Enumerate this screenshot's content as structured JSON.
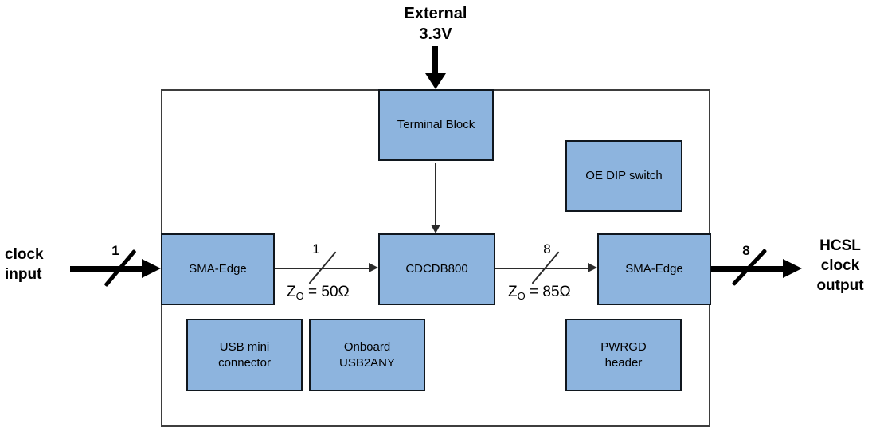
{
  "diagram": {
    "title_semantic": "CDCDB800 evaluation board block diagram",
    "external_supply": {
      "line1": "External",
      "line2": "3.3V"
    },
    "input_label": {
      "line1": "clock",
      "line2": "input"
    },
    "output_label": {
      "line1": "HCSL",
      "line2": "clock",
      "line3": "output"
    },
    "blocks": {
      "terminal_block": {
        "label": "Terminal Block"
      },
      "oe_dip_switch": {
        "label": "OE DIP switch"
      },
      "sma_edge_in": {
        "label": "SMA-Edge"
      },
      "cdcdb800": {
        "label": "CDCDB800"
      },
      "sma_edge_out": {
        "label": "SMA-Edge"
      },
      "usb_mini": {
        "line1": "USB mini",
        "line2": "connector"
      },
      "usb2any": {
        "line1": "Onboard",
        "line2": "USB2ANY"
      },
      "pwrgd": {
        "line1": "PWRGD",
        "line2": "header"
      }
    },
    "bus_widths": {
      "input": "1",
      "in_to_chip": "1",
      "chip_to_out": "8",
      "output": "8"
    },
    "impedance_in": {
      "base": "Z",
      "sub": "O",
      "eq": " = 50Ω"
    },
    "impedance_out": {
      "base": "Z",
      "sub": "O",
      "eq": " = 85Ω"
    },
    "colors": {
      "block_fill": "#8DB4DE",
      "block_border": "#10171e",
      "board_border": "#3d3d3d",
      "arrow": "#000000"
    }
  }
}
